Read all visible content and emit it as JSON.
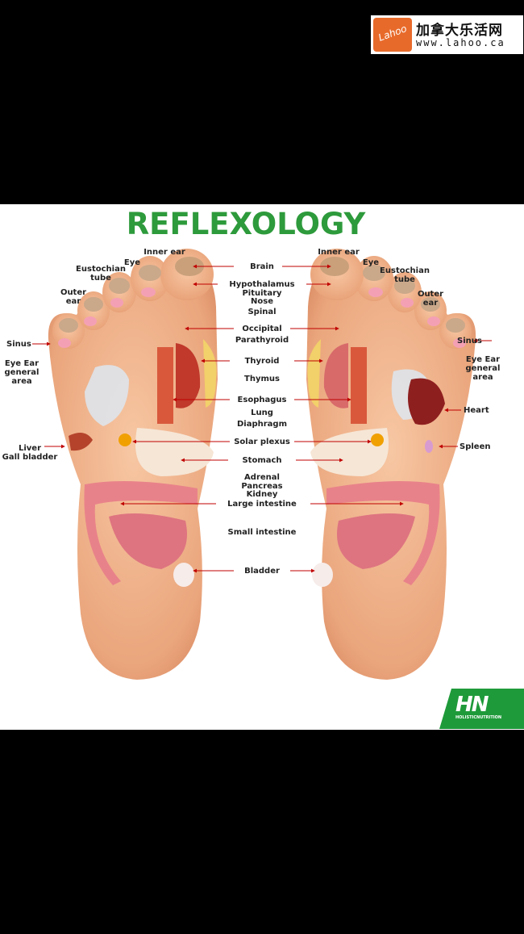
{
  "watermark": {
    "logo_text": "Lahoo",
    "site_name": "加拿大乐活网",
    "url": "www.lahoo.ca"
  },
  "title": "REFLEXOLOGY",
  "center_labels": [
    "Brain",
    "Hypothalamus",
    "Pituitary",
    "Nose",
    "Spinal",
    "Occipital",
    "Parathyroid",
    "Thyroid",
    "Thymus",
    "Esophagus",
    "Lung",
    "Diaphragm",
    "Solar plexus",
    "Stomach",
    "Adrenal",
    "Pancreas",
    "Kidney",
    "Large intestine",
    "Small intestine",
    "Bladder"
  ],
  "left_labels": {
    "inner_ear": "Inner ear",
    "eye": "Eye",
    "eustochian_tube": "Eustochian\ntube",
    "outer_ear": "Outer\near",
    "sinus": "Sinus",
    "eye_ear_general": "Eye Ear\ngeneral\narea",
    "liver_gall": "Liver\nGall bladder"
  },
  "right_labels": {
    "inner_ear": "Inner ear",
    "eye": "Eye",
    "eustochian_tube": "Eustochian\ntube",
    "outer_ear": "Outer\near",
    "sinus": "Sinus",
    "eye_ear_general": "Eye Ear\ngeneral\narea",
    "heart": "Heart",
    "spleen": "Spleen"
  },
  "badge": {
    "letters": "HN",
    "subtitle": "HOLISTICNUTRITION"
  },
  "colors": {
    "title": "#2d9a3b",
    "skin": "#f2b48c",
    "intestine": "#e8828a",
    "arrow": "#c00000",
    "badge": "#1f9a3a"
  }
}
